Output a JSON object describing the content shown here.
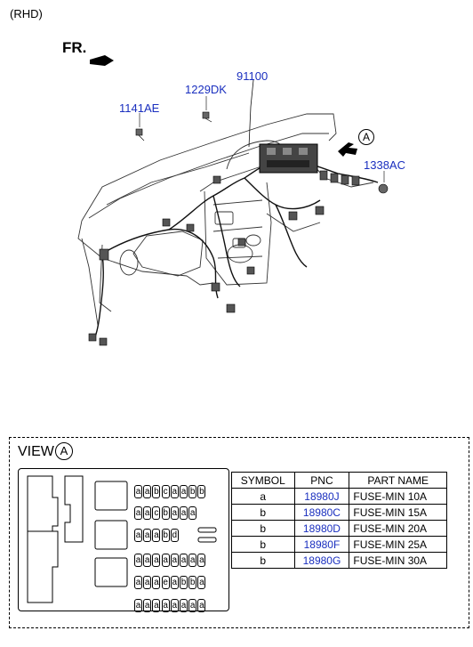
{
  "header": {
    "variant": "(RHD)",
    "front_label": "FR."
  },
  "callouts": {
    "c1141AE": "1141AE",
    "c1229DK": "1229DK",
    "c91100": "91100",
    "c1338AC": "1338AC",
    "view_ref": "A"
  },
  "view": {
    "title": "VIEW",
    "ref": "A"
  },
  "fusebox": {
    "rows": [
      "aabcaabb",
      "aacbaaa",
      "aaabd",
      "aaaaaaaa",
      "aaaeabba",
      "aaaaaaaa"
    ]
  },
  "table": {
    "headers": [
      "SYMBOL",
      "PNC",
      "PART NAME"
    ],
    "rows": [
      {
        "symbol": "a",
        "pnc": "18980J",
        "name": "FUSE-MIN 10A"
      },
      {
        "symbol": "b",
        "pnc": "18980C",
        "name": "FUSE-MIN 15A"
      },
      {
        "symbol": "b",
        "pnc": "18980D",
        "name": "FUSE-MIN 20A"
      },
      {
        "symbol": "b",
        "pnc": "18980F",
        "name": "FUSE-MIN 25A"
      },
      {
        "symbol": "b",
        "pnc": "18980G",
        "name": "FUSE-MIN 30A"
      }
    ]
  }
}
